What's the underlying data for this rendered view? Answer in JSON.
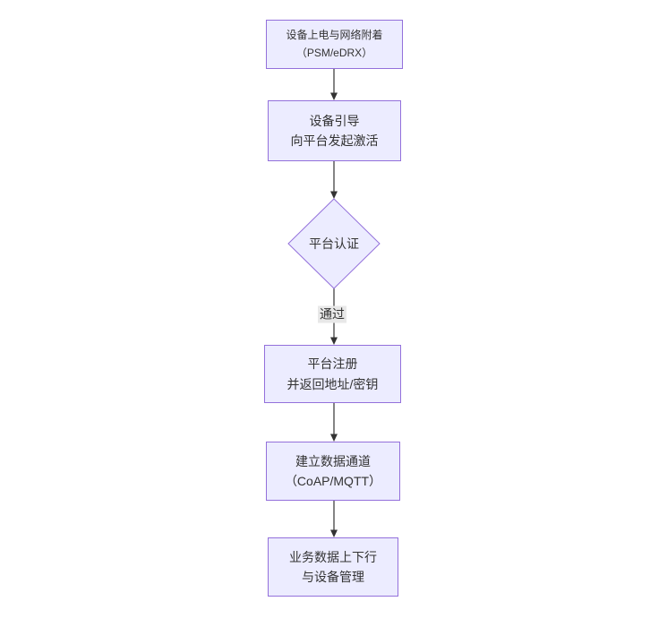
{
  "diagram": {
    "type": "flowchart-top-down",
    "colors": {
      "background": "#ffffff",
      "node_fill": "#ECECFF",
      "node_border": "#9370DB",
      "line": "#333333",
      "text": "#333333",
      "edge_label_bg": "#e8e8e8"
    },
    "nodes": {
      "power": {
        "line1": "设备上电与网络附着",
        "line2": "（PSM/eDRX）"
      },
      "bootstrap": {
        "line1": "设备引导",
        "line2": "向平台发起激活"
      },
      "auth": {
        "label": "平台认证"
      },
      "register": {
        "line1": "平台注册",
        "line2": "并返回地址/密钥"
      },
      "channel": {
        "line1": "建立数据通道",
        "line2": "（CoAP/MQTT）"
      },
      "business": {
        "line1": "业务数据上下行",
        "line2": "与设备管理"
      }
    },
    "edges": {
      "pass_label": "通过"
    }
  }
}
